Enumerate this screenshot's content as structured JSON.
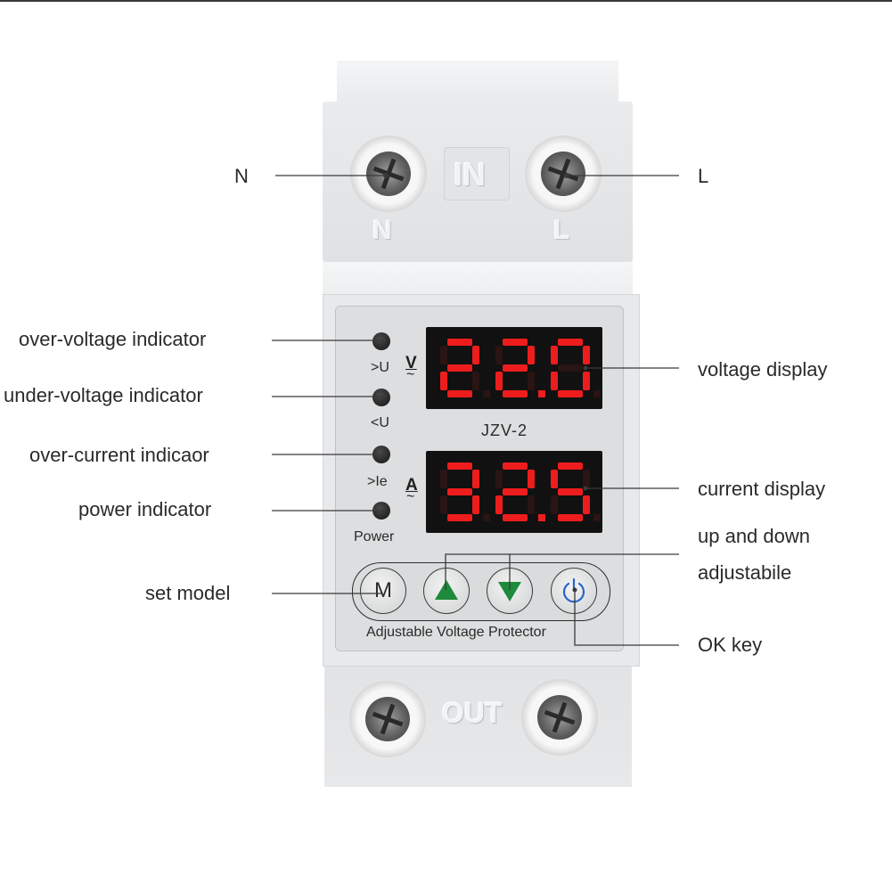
{
  "device": {
    "input_label": "IN",
    "output_label": "OUT",
    "terminal_n": "N",
    "terminal_l": "L",
    "model": "JZV-2",
    "product_name": "Adjustable Voltage Protector",
    "voltage_unit": "V",
    "current_unit": "A",
    "ac_symbol": "~",
    "voltage_reading": "22.0",
    "current_reading": "32.5",
    "indicators": [
      {
        "label": ">U"
      },
      {
        "label": "<U"
      },
      {
        "label": ">Ie"
      },
      {
        "label": "Power"
      }
    ],
    "buttons": {
      "mode_label": "M"
    },
    "colors": {
      "display_digits": "#ee1d1d",
      "arrow_buttons": "#1d8a3c",
      "ok_button": "#2b64c8"
    }
  },
  "callouts": {
    "n": "N",
    "l": "L",
    "over_voltage": "over-voltage indicator",
    "under_voltage": "under-voltage indicator",
    "over_current": "over-current indicaor",
    "power": "power indicator",
    "set_model": "set model",
    "voltage_display": "voltage display",
    "current_display": "current display",
    "up_down_line1": "up and down",
    "up_down_line2": "adjustabile",
    "ok_key": "OK key"
  }
}
